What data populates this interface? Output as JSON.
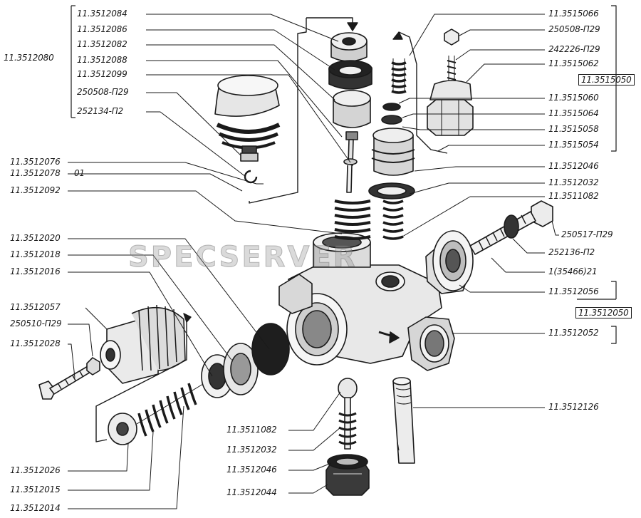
{
  "watermark": "SPECSERVER",
  "colors": {
    "ink": "#1a1a1a",
    "background": "#ffffff",
    "watermark": "#999999"
  },
  "labels": {
    "l_3512080": "11.3512080",
    "l_3512084": "11.3512084",
    "l_3512086": "11.3512086",
    "l_3512082": "11.3512082",
    "l_3512088": "11.3512088",
    "l_3512099": "11.3512099",
    "l_250508_p29_a": "250508-П29",
    "l_252134_p2": "252134-П2",
    "l_3512076": "11.3512076",
    "l_3512078": "11.3512078",
    "l_01": "01",
    "l_3512092": "11.3512092",
    "l_3512020": "11.3512020",
    "l_3512018": "11.3512018",
    "l_3512016": "11.3512016",
    "l_3512057": "11.3512057",
    "l_250510_p29": "250510-П29",
    "l_3512028": "11.3512028",
    "l_3512026": "11.3512026",
    "l_3512015": "11.3512015",
    "l_3512014": "11.3512014",
    "l_3511082_b": "11.3511082",
    "l_3512032_b": "11.3512032",
    "l_3512046_b": "11.3512046",
    "l_3512044": "11.3512044",
    "l_3515066": "11.3515066",
    "l_250508_p29_b": "250508-П29",
    "l_242226_p29": "242226-П29",
    "l_3515062": "11.3515062",
    "l_3515050": "11.3515050",
    "l_3515060": "11.3515060",
    "l_3515064": "11.3515064",
    "l_3515058": "11.3515058",
    "l_3515054": "11.3515054",
    "l_3512046_a": "11.3512046",
    "l_3512032_a": "11.3512032",
    "l_3511082_a": "11.3511082",
    "l_250517_p29": "250517-П29",
    "l_252136_p2": "252136-П2",
    "l_35466_21": "1(35466)21",
    "l_3512056": "11.3512056",
    "l_3512050": "11.3512050",
    "l_3512052": "11.3512052",
    "l_3512126": "11.3512126"
  }
}
